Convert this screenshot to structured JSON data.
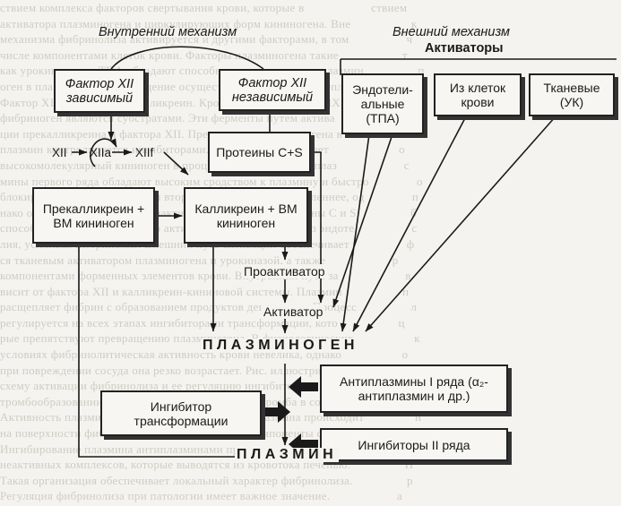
{
  "headers": {
    "internal": "Внутренний механизм",
    "external": "Внешний механизм",
    "activators": "Активаторы"
  },
  "boxes": {
    "factor12_dep": "Фактор XII зависимый",
    "factor12_indep": "Фактор XII независимый",
    "endothelial": "Эндотели-альные (ТПА)",
    "blood_cells": "Из клеток крови",
    "tissue": "Тканевые (УК)",
    "proteins_cs": "Протеины C+S",
    "prekallikrein": "Прекалликреин + ВМ кининоген",
    "kallikrein": "Калликреин + ВМ кининоген",
    "antiplasmins": "Антиплазмины I ряда (α₂-антиплазмин и др.)",
    "inhibitor_transform": "Ингибитор трансформации",
    "inhibitors2": "Ингибиторы II ряда"
  },
  "chain": {
    "xii": "XII",
    "xiia": "XIIa",
    "xiif": "XIIf"
  },
  "labels": {
    "proactivator": "Проактиватор",
    "activator": "Активатор",
    "plasminogen": "ПЛАЗМИНОГЕН",
    "plasmin": "ПЛАЗМИН"
  }
}
